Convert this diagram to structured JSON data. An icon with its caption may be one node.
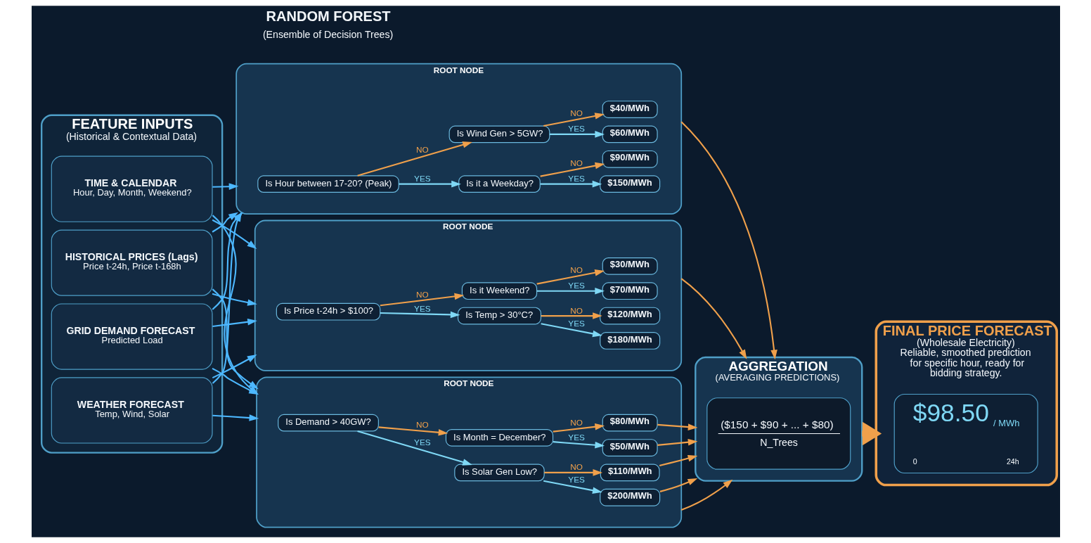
{
  "diagram": {
    "nodes": [
      {
        "text": [
          "FEATURE INPUTS",
          "(Historical & Contextual Data)"
        ]
      },
      {
        "text": [
          "TIME & CALENDAR",
          "Hour, Day, Month, Weekend?"
        ],
        "in": 0
      },
      {
        "text": [
          "HISTORICAL PRICES (Lags)",
          "Price t-24h, Price t-168h"
        ],
        "in": 0
      },
      {
        "text": [
          "GRID DEMAND FORECAST",
          "Predicted Load"
        ],
        "in": 0
      },
      {
        "text": [
          "WEATHER FORECAST",
          "Temp, Wind, Solar"
        ],
        "in": 0
      },
      {
        "text": [
          "ROOT NODE"
        ]
      },
      {
        "text": [
          "Is Hour between 17-20? (Peak)"
        ],
        "in": 5
      },
      {
        "text": [
          "Is it a Weekday?"
        ],
        "in": 5
      },
      {
        "text": [
          "Is Wind Gen > 5GW?"
        ],
        "in": 5
      },
      {
        "text": [
          "$150/MWh"
        ],
        "in": 5
      },
      {
        "text": [
          "$90/MWh"
        ],
        "in": 5
      },
      {
        "text": [
          "$60/MWh"
        ],
        "in": 5
      },
      {
        "text": [
          "$40/MWh"
        ],
        "in": 5
      },
      {
        "text": [
          "ROOT NODE"
        ]
      },
      {
        "text": [
          "Is Price t-24h > $100?"
        ],
        "in": 13
      },
      {
        "text": [
          "Is Temp > 30°C?"
        ],
        "in": 13
      },
      {
        "text": [
          "Is it Weekend?"
        ],
        "in": 13
      },
      {
        "text": [
          "$180/MWh"
        ],
        "in": 13
      },
      {
        "text": [
          "$120/MWh"
        ],
        "in": 13
      },
      {
        "text": [
          "$70/MWh"
        ],
        "in": 13
      },
      {
        "text": [
          "$30/MWh"
        ],
        "in": 13
      },
      {
        "text": [
          "ROOT NODE"
        ]
      },
      {
        "text": [
          "Is Demand > 40GW?"
        ],
        "in": 21
      },
      {
        "text": [
          "Is Solar Gen Low?"
        ],
        "in": 21
      },
      {
        "text": [
          "Is Month = December?"
        ],
        "in": 21
      },
      {
        "text": [
          "$200/MWh"
        ],
        "in": 21
      },
      {
        "text": [
          "$110/MWh"
        ],
        "in": 21
      },
      {
        "text": [
          "$50/MWh"
        ],
        "in": 21
      },
      {
        "text": [
          "$80/MWh"
        ],
        "in": 21
      },
      {
        "text": [
          "AGGREGATION",
          "(AVERAGING PREDICTIONS)"
        ]
      },
      {
        "text": [
          "($150 + $90 + ... + $80)",
          "N_Trees"
        ],
        "in": 29
      },
      {
        "text": [
          "FINAL PRICE FORECAST",
          "(Wholesale Electricity)",
          "Reliable, smoothed prediction for specific hour, ready for bidding strategy."
        ]
      },
      {
        "text": [
          "$98.50",
          "/ MWh",
          "0",
          "24h"
        ],
        "in": 31
      }
    ],
    "edges": [
      {
        "from": 1,
        "to": 5,
        "arrow": "to",
        "color": "#4db8ff"
      },
      {
        "from": 1,
        "to": 13,
        "arrow": "to",
        "color": "#4db8ff"
      },
      {
        "from": 1,
        "to": 21,
        "arrow": "to",
        "color": "#4db8ff"
      },
      {
        "from": 2,
        "to": 5,
        "arrow": "to",
        "color": "#4db8ff"
      },
      {
        "from": 2,
        "to": 13,
        "arrow": "to",
        "color": "#4db8ff"
      },
      {
        "from": 2,
        "to": 21,
        "arrow": "to",
        "color": "#4db8ff"
      },
      {
        "from": 3,
        "to": 5,
        "arrow": "to",
        "color": "#4db8ff"
      },
      {
        "from": 3,
        "to": 13,
        "arrow": "to",
        "color": "#4db8ff"
      },
      {
        "from": 3,
        "to": 21,
        "arrow": "to",
        "color": "#4db8ff"
      },
      {
        "from": 4,
        "to": 5,
        "arrow": "to",
        "color": "#4db8ff"
      },
      {
        "from": 4,
        "to": 13,
        "arrow": "to",
        "color": "#4db8ff"
      },
      {
        "from": 4,
        "to": 21,
        "arrow": "to",
        "color": "#4db8ff"
      },
      {
        "from": 6,
        "to": 7,
        "arrow": "to",
        "label": "YES",
        "color": "#7fd8f5"
      },
      {
        "from": 6,
        "to": 8,
        "arrow": "to",
        "label": "NO"
      },
      {
        "from": 7,
        "to": 9,
        "arrow": "to",
        "label": "YES",
        "color": "#7fd8f5"
      },
      {
        "from": 7,
        "to": 10,
        "arrow": "to",
        "label": "NO"
      },
      {
        "from": 8,
        "to": 11,
        "arrow": "to",
        "label": "YES",
        "color": "#7fd8f5"
      },
      {
        "from": 8,
        "to": 12,
        "arrow": "to",
        "label": "NO"
      },
      {
        "from": 14,
        "to": 15,
        "arrow": "to",
        "label": "YES",
        "color": "#7fd8f5"
      },
      {
        "from": 14,
        "to": 16,
        "arrow": "to",
        "label": "NO"
      },
      {
        "from": 15,
        "to": 17,
        "arrow": "to",
        "label": "YES",
        "color": "#7fd8f5"
      },
      {
        "from": 15,
        "to": 18,
        "arrow": "to",
        "label": "NO"
      },
      {
        "from": 16,
        "to": 19,
        "arrow": "to",
        "label": "YES",
        "color": "#7fd8f5"
      },
      {
        "from": 16,
        "to": 20,
        "arrow": "to",
        "label": "NO"
      },
      {
        "from": 22,
        "to": 23,
        "arrow": "to",
        "label": "YES",
        "color": "#7fd8f5"
      },
      {
        "from": 22,
        "to": 24,
        "arrow": "to",
        "label": "NO"
      },
      {
        "from": 23,
        "to": 25,
        "arrow": "to",
        "label": "YES",
        "color": "#7fd8f5"
      },
      {
        "from": 23,
        "to": 26,
        "arrow": "to",
        "label": "NO"
      },
      {
        "from": 24,
        "to": 27,
        "arrow": "to",
        "label": "YES",
        "color": "#7fd8f5"
      },
      {
        "from": 24,
        "to": 28,
        "arrow": "to",
        "label": "NO"
      },
      {
        "from": 5,
        "to": 29,
        "arrow": "to"
      },
      {
        "from": 13,
        "to": 29,
        "arrow": "to"
      },
      {
        "from": 21,
        "to": 29,
        "arrow": "to"
      },
      {
        "from": 25,
        "to": 29,
        "arrow": "to"
      },
      {
        "from": 26,
        "to": 29,
        "arrow": "to"
      },
      {
        "from": 27,
        "to": 29,
        "arrow": "to"
      },
      {
        "from": 28,
        "to": 29,
        "arrow": "to"
      },
      {
        "from": 29,
        "to": 31,
        "arrow": "to",
        "style": "thick"
      }
    ],
    "labels": [
      "RANDOM FOREST",
      "(Ensemble of Decision Trees)"
    ]
  }
}
